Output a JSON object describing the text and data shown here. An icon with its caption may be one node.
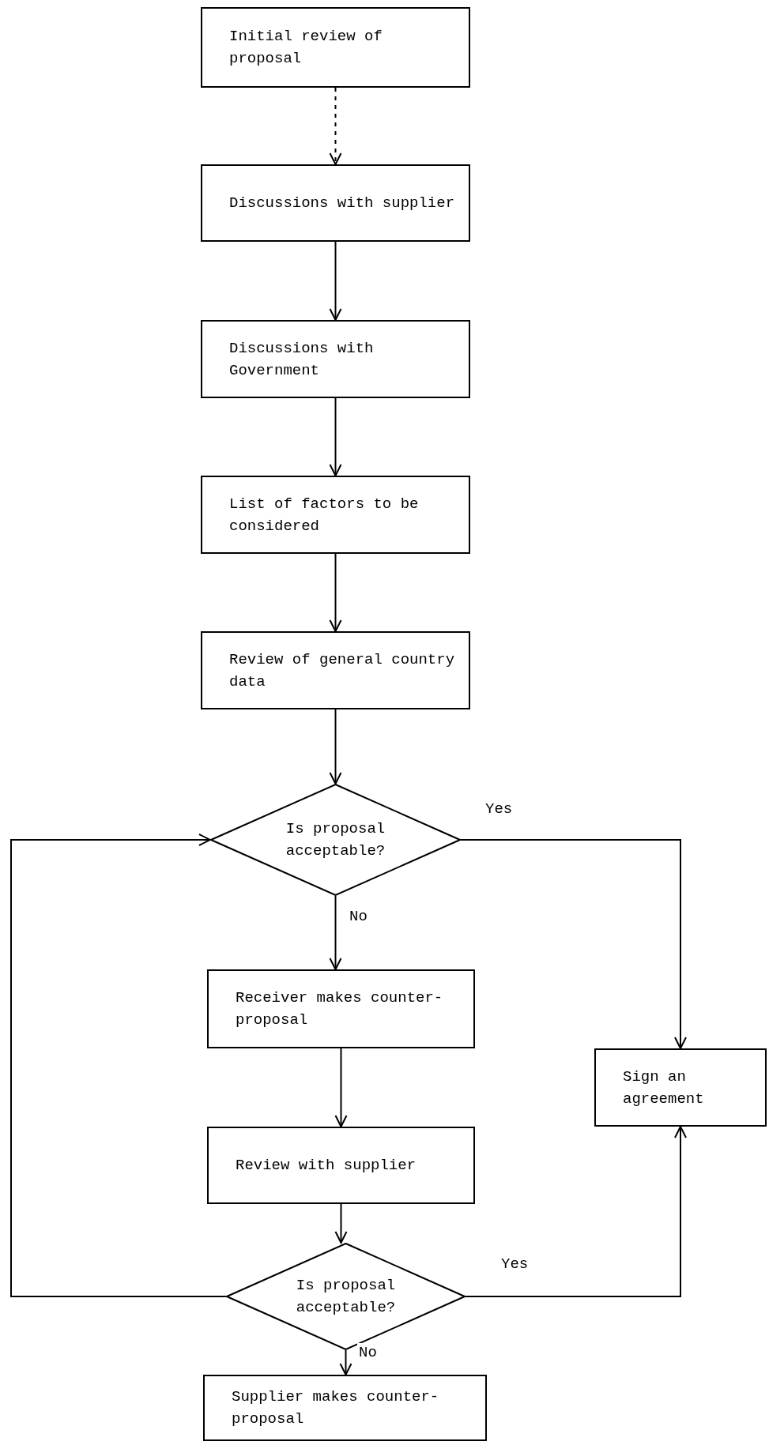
{
  "diagram": {
    "nodes": [
      {
        "text": [
          "Initial review of proposal"
        ]
      },
      {
        "text": [
          "Discussions with supplier"
        ]
      },
      {
        "text": [
          "Discussions with Government"
        ]
      },
      {
        "text": [
          "List of factors to be considered"
        ]
      },
      {
        "text": [
          "Review of general country data"
        ]
      },
      {
        "text": [
          "Is proposal acceptable?"
        ]
      },
      {
        "text": [
          "Receiver makes counter-proposal"
        ]
      },
      {
        "text": [
          "Review with supplier"
        ]
      },
      {
        "text": [
          "Is proposal acceptable?"
        ]
      },
      {
        "text": [
          "Supplier makes counter-proposal"
        ]
      },
      {
        "text": [
          "Sign an agreement"
        ]
      }
    ],
    "edges": [
      {
        "from": 0,
        "to": 1,
        "arrow": "to",
        "style": "dashed"
      },
      {
        "from": 1,
        "to": 2,
        "arrow": "to"
      },
      {
        "from": 2,
        "to": 3,
        "arrow": "to"
      },
      {
        "from": 3,
        "to": 4,
        "arrow": "to"
      },
      {
        "from": 4,
        "to": 5,
        "arrow": "to"
      },
      {
        "from": 5,
        "to": 6,
        "arrow": "to",
        "label": "No"
      },
      {
        "from": 6,
        "to": 7,
        "arrow": "to"
      },
      {
        "from": 7,
        "to": 8,
        "arrow": "to"
      },
      {
        "from": 8,
        "to": 9,
        "arrow": "to",
        "label": "No"
      },
      {
        "from": 5,
        "to": 10,
        "arrow": "to",
        "label": "Yes"
      },
      {
        "from": 8,
        "to": 10,
        "arrow": "to",
        "label": "Yes"
      },
      {
        "from": 8,
        "to": 5,
        "arrow": "to"
      }
    ]
  }
}
